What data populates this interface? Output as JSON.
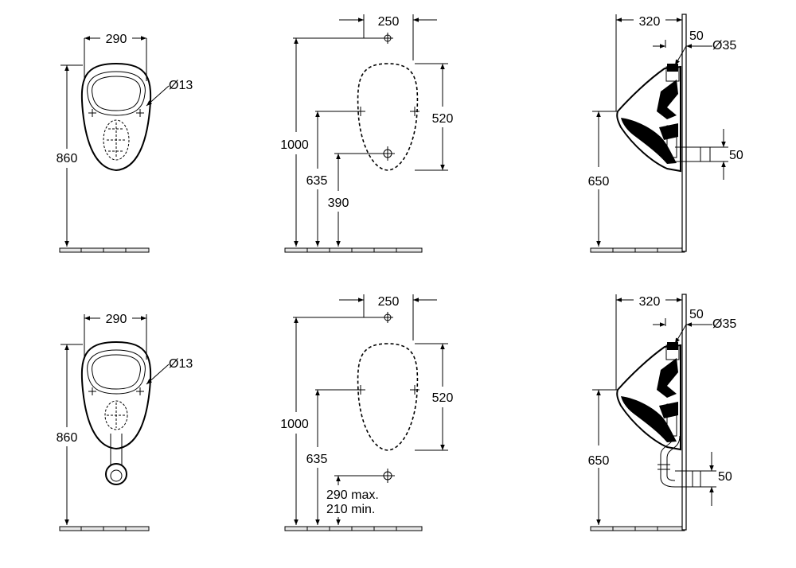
{
  "top_row": {
    "front_view": {
      "width_label": "290",
      "hole_label": "Ø13",
      "height_label": "860"
    },
    "installation_view": {
      "top_label": "250",
      "total_height_label": "1000",
      "bowl_height_label": "520",
      "fixing_height_label": "635",
      "outlet_height_label": "390"
    },
    "side_view": {
      "depth_label": "320",
      "offset_label": "50",
      "inlet_label": "Ø35",
      "rim_height_label": "650",
      "outlet_label": "50"
    }
  },
  "bottom_row": {
    "front_view": {
      "width_label": "290",
      "hole_label": "Ø13",
      "height_label": "860"
    },
    "installation_view": {
      "top_label": "250",
      "total_height_label": "1000",
      "bowl_height_label": "520",
      "fixing_height_label": "635",
      "outlet_max_label": "290 max.",
      "outlet_min_label": "210 min."
    },
    "side_view": {
      "depth_label": "320",
      "offset_label": "50",
      "inlet_label": "Ø35",
      "rim_height_label": "650",
      "outlet_label": "50"
    }
  }
}
